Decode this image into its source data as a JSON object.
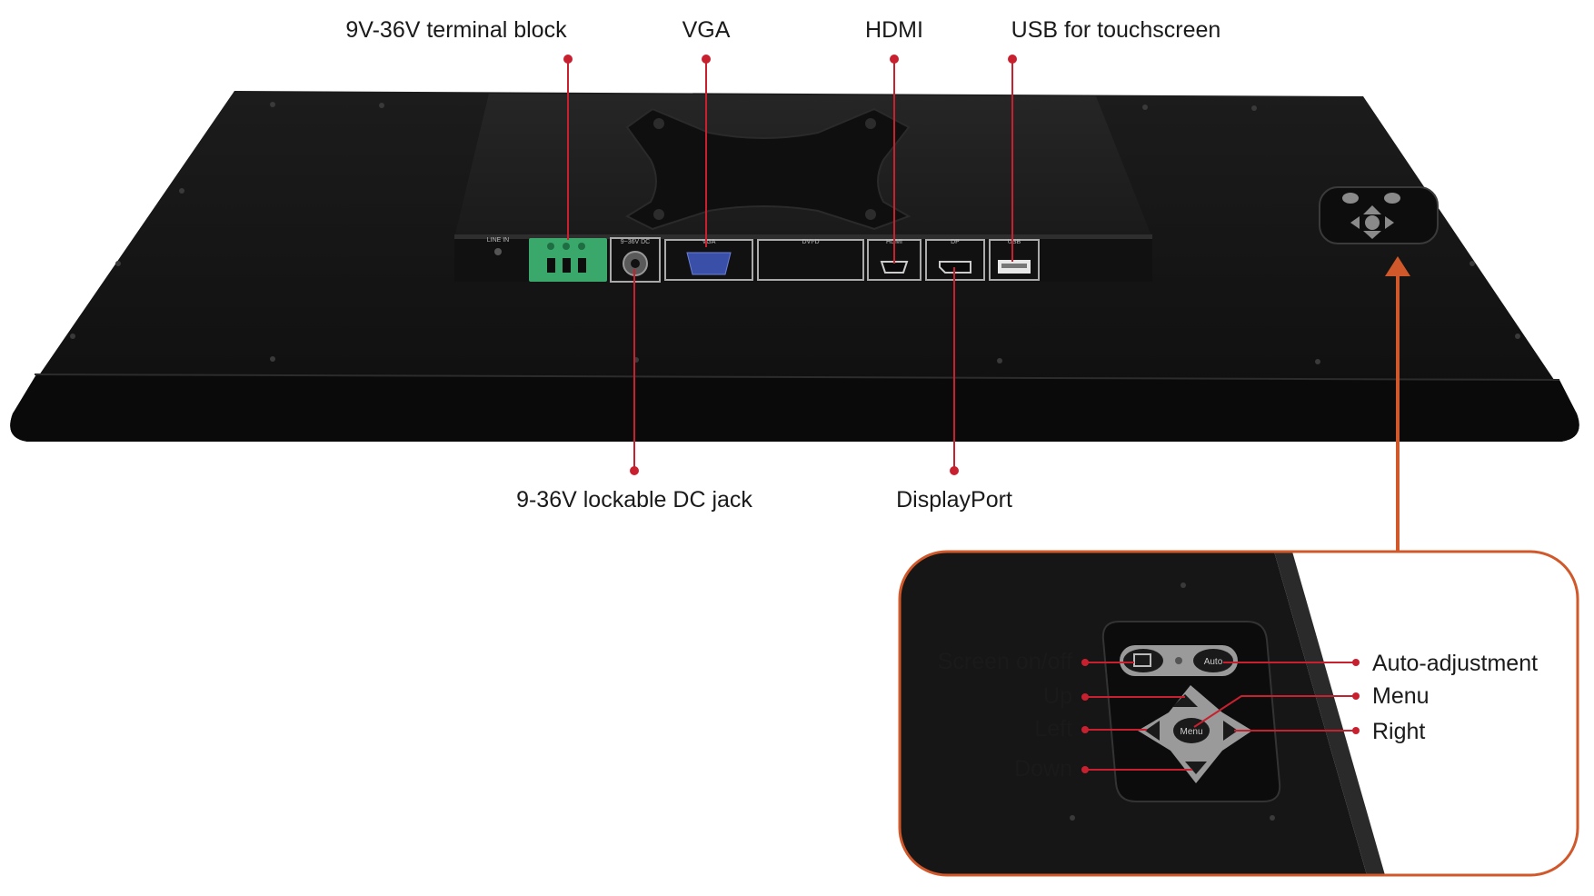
{
  "colors": {
    "callout_red": "#c8202f",
    "callout_orange": "#d0582a",
    "panel_black": "#151515",
    "terminal_green": "#3aa86a",
    "vga_blue": "#3a4fa8"
  },
  "top_labels": {
    "terminal_block": "9V-36V terminal block",
    "vga": "VGA",
    "hdmi": "HDMI",
    "usb": "USB for touchscreen"
  },
  "bottom_labels": {
    "dc_jack": "9-36V lockable DC jack",
    "displayport": "DisplayPort"
  },
  "port_markings": {
    "line_in": "LINE IN",
    "dc_in": "9~36V DC",
    "vga": "VGA",
    "dvi": "DVI-D",
    "hdmi": "HDMI",
    "dp": "DP",
    "usb": "USB"
  },
  "inset": {
    "left_labels": {
      "screen": "Screen on/off",
      "up": "Up",
      "left": "Left",
      "down": "Down"
    },
    "right_labels": {
      "auto": "Auto-adjustment",
      "menu": "Menu",
      "right": "Right"
    },
    "button_text": {
      "auto": "Auto",
      "menu": "Menu"
    }
  }
}
